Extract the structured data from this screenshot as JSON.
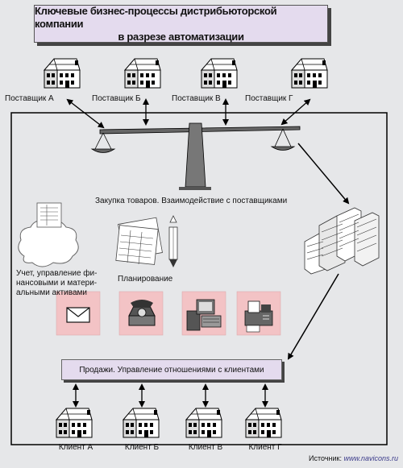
{
  "title": {
    "line1": "Ключевые бизнес-процессы дистрибьюторской компании",
    "line2": "в разрезе автоматизации"
  },
  "suppliers": [
    "Поставщик А",
    "Поставщик Б",
    "Поставщик В",
    "Поставщик Г"
  ],
  "clients": [
    "Клиент А",
    "Клиент Б",
    "Клиент В",
    "Клиент Г"
  ],
  "purchasing_label": "Закупка товаров. Взаимодействие с поставщиками",
  "accounting_label": {
    "line1": "Учет, управление фи-",
    "line2": "нансовыми и матери-",
    "line3": "альными активами"
  },
  "planning_label": "Планирование",
  "sales_label": "Продажи. Управление отношениями с клиентами",
  "source": {
    "prefix": "Источник:",
    "url": "www.navicons.ru"
  },
  "colors": {
    "background": "#e6e7e9",
    "title_fill": "#e4dbee",
    "icon_tile": "#f3c3c5",
    "arrow": "#000000"
  },
  "icons": [
    "house-icon",
    "scales-icon",
    "document-icon",
    "cloud-icon",
    "spreadsheet-icon",
    "pencil-icon",
    "envelope-icon",
    "telephone-icon",
    "office-equipment-icon",
    "fax-icon",
    "buildings-icon"
  ]
}
